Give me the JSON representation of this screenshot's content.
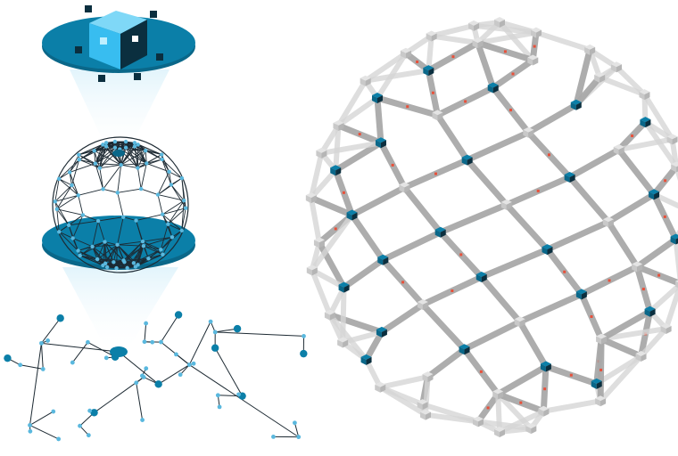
{
  "colors": {
    "teal": "#0b7fa8",
    "teal_dark": "#0a6789",
    "cube_light": "#38bdf0",
    "cube_dark": "#0b2f3f",
    "node_light": "#5ab8de",
    "beam_gray": "#a9a9a9",
    "beam_light": "#d6d6d6",
    "connector_red": "#e8503a",
    "line_dark": "#1d2a33",
    "beam_glow": "#e6f5fb"
  },
  "icons": [
    "cube-icon",
    "node-icon",
    "connector-icon"
  ],
  "panels": [
    {
      "name": "block-disc",
      "content": "cube"
    },
    {
      "name": "wire-sphere",
      "content": "geodesic-sphere"
    },
    {
      "name": "flat-network",
      "content": "tree-network"
    },
    {
      "name": "large-geodesic-sphere",
      "content": "structural-sphere"
    }
  ]
}
